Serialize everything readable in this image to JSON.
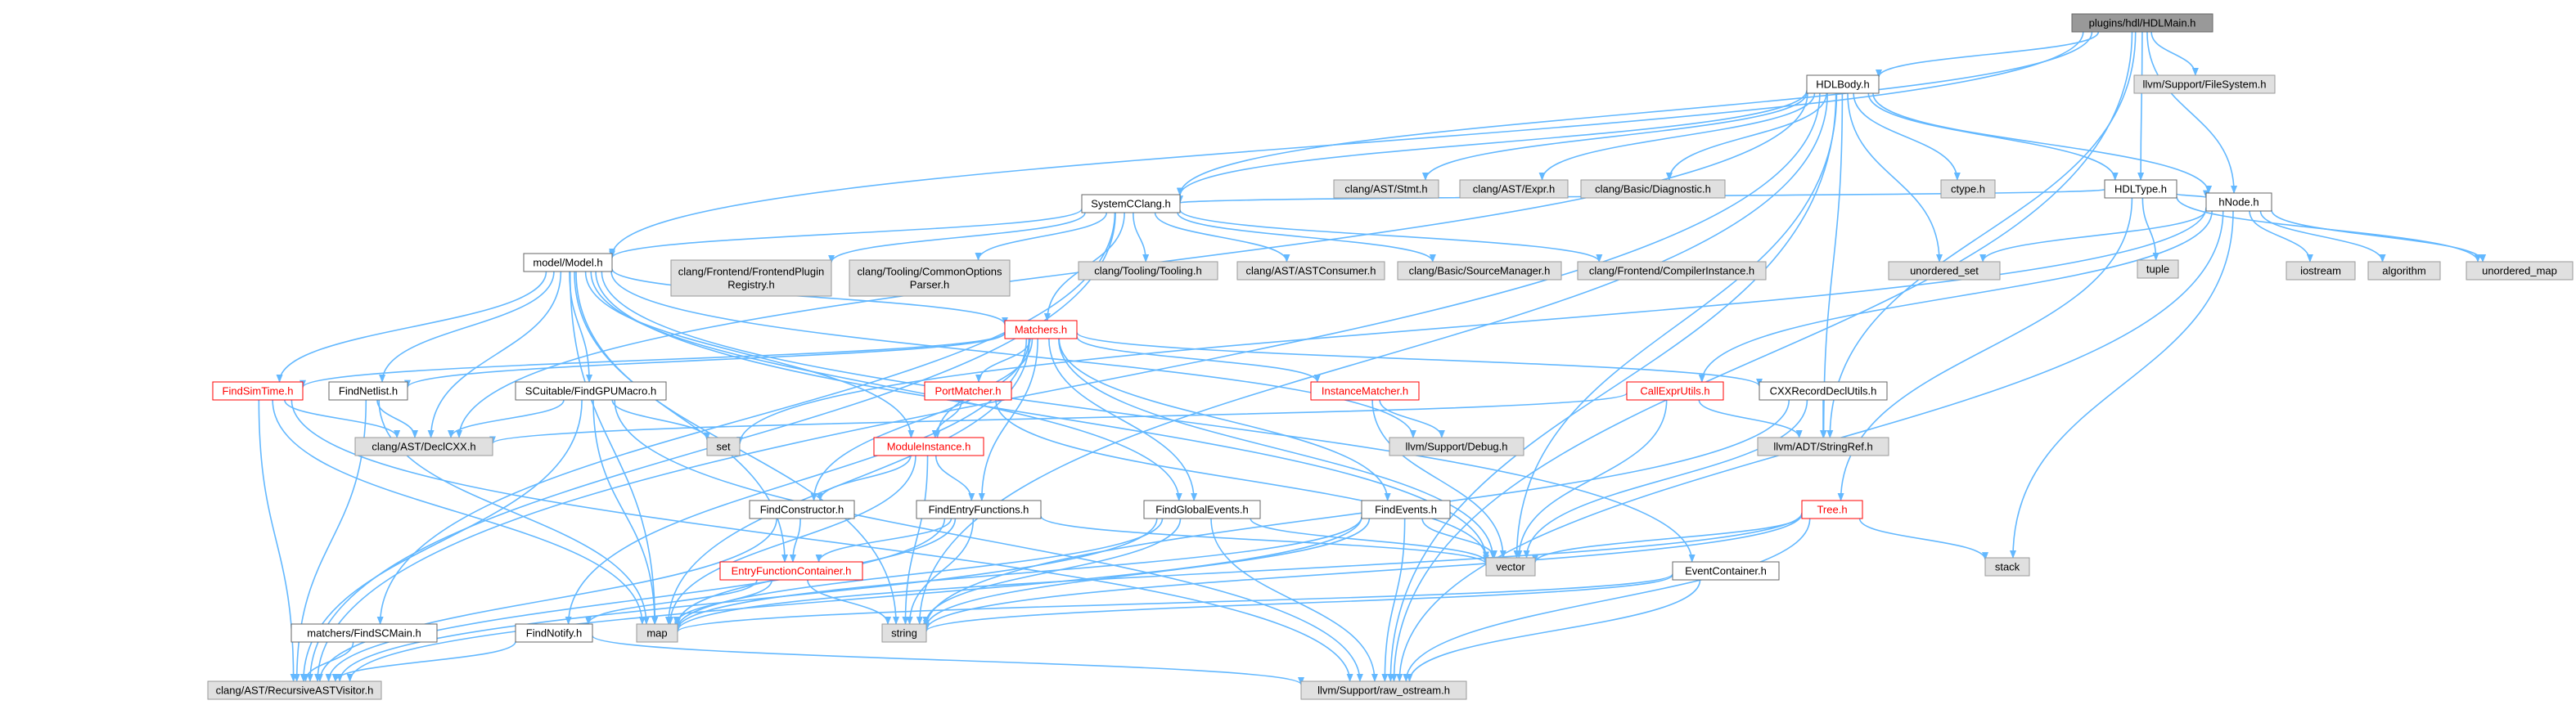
{
  "diagram": {
    "root": "plugins/hdl/HDLMain.h",
    "colors": {
      "edge": "#63b8ff",
      "root_fill": "#999999",
      "internal_fill": "#ffffff",
      "internal_border": "#666666",
      "external_fill": "#e0e0e0",
      "external_border": "#999999",
      "highlight_border": "#ff0000",
      "highlight_text": "#ff0000",
      "text": "#000000"
    },
    "nodes": [
      {
        "id": "n0",
        "lines": [
          "plugins/hdl/HDLMain.h"
        ],
        "kind": "root"
      },
      {
        "id": "n1",
        "lines": [
          "HDLBody.h"
        ],
        "kind": "internal"
      },
      {
        "id": "n2",
        "lines": [
          "llvm/Support/FileSystem.h"
        ],
        "kind": "external"
      },
      {
        "id": "n3",
        "lines": [
          "clang/AST/Stmt.h"
        ],
        "kind": "external"
      },
      {
        "id": "n4",
        "lines": [
          "clang/AST/Expr.h"
        ],
        "kind": "external"
      },
      {
        "id": "n5",
        "lines": [
          "clang/Basic/Diagnostic.h"
        ],
        "kind": "external"
      },
      {
        "id": "n6",
        "lines": [
          "ctype.h"
        ],
        "kind": "external"
      },
      {
        "id": "n7",
        "lines": [
          "HDLType.h"
        ],
        "kind": "internal"
      },
      {
        "id": "n8",
        "lines": [
          "tuple"
        ],
        "kind": "external"
      },
      {
        "id": "n9",
        "lines": [
          "hNode.h"
        ],
        "kind": "internal"
      },
      {
        "id": "n10",
        "lines": [
          "SystemCClang.h"
        ],
        "kind": "internal"
      },
      {
        "id": "n11",
        "lines": [
          "unordered_set"
        ],
        "kind": "external"
      },
      {
        "id": "n12",
        "lines": [
          "iostream"
        ],
        "kind": "external"
      },
      {
        "id": "n13",
        "lines": [
          "algorithm"
        ],
        "kind": "external"
      },
      {
        "id": "n14",
        "lines": [
          "unordered_map"
        ],
        "kind": "external"
      },
      {
        "id": "n15",
        "lines": [
          "model/Model.h"
        ],
        "kind": "internal"
      },
      {
        "id": "n16",
        "lines": [
          "clang/Frontend/FrontendPlugin",
          "Registry.h"
        ],
        "kind": "external"
      },
      {
        "id": "n17",
        "lines": [
          "clang/Tooling/CommonOptions",
          "Parser.h"
        ],
        "kind": "external"
      },
      {
        "id": "n18",
        "lines": [
          "clang/Tooling/Tooling.h"
        ],
        "kind": "external"
      },
      {
        "id": "n19",
        "lines": [
          "clang/AST/ASTConsumer.h"
        ],
        "kind": "external"
      },
      {
        "id": "n20",
        "lines": [
          "clang/Basic/SourceManager.h"
        ],
        "kind": "external"
      },
      {
        "id": "n21",
        "lines": [
          "clang/Frontend/CompilerInstance.h"
        ],
        "kind": "external"
      },
      {
        "id": "n22",
        "lines": [
          "Matchers.h"
        ],
        "kind": "highlight"
      },
      {
        "id": "n23",
        "lines": [
          "FindSimTime.h"
        ],
        "kind": "highlight"
      },
      {
        "id": "n24",
        "lines": [
          "FindNetlist.h"
        ],
        "kind": "internal"
      },
      {
        "id": "n25",
        "lines": [
          "SCuitable/FindGPUMacro.h"
        ],
        "kind": "internal"
      },
      {
        "id": "n26",
        "lines": [
          "PortMatcher.h"
        ],
        "kind": "highlight"
      },
      {
        "id": "n27",
        "lines": [
          "InstanceMatcher.h"
        ],
        "kind": "highlight"
      },
      {
        "id": "n28",
        "lines": [
          "CallExprUtils.h"
        ],
        "kind": "highlight"
      },
      {
        "id": "n29",
        "lines": [
          "CXXRecordDeclUtils.h"
        ],
        "kind": "internal"
      },
      {
        "id": "n30",
        "lines": [
          "clang/AST/DeclCXX.h"
        ],
        "kind": "external"
      },
      {
        "id": "n31",
        "lines": [
          "set"
        ],
        "kind": "external"
      },
      {
        "id": "n32",
        "lines": [
          "ModuleInstance.h"
        ],
        "kind": "highlight"
      },
      {
        "id": "n33",
        "lines": [
          "llvm/Support/Debug.h"
        ],
        "kind": "external"
      },
      {
        "id": "n34",
        "lines": [
          "llvm/ADT/StringRef.h"
        ],
        "kind": "external"
      },
      {
        "id": "n35",
        "lines": [
          "FindConstructor.h"
        ],
        "kind": "internal"
      },
      {
        "id": "n36",
        "lines": [
          "FindEntryFunctions.h"
        ],
        "kind": "internal"
      },
      {
        "id": "n37",
        "lines": [
          "FindGlobalEvents.h"
        ],
        "kind": "internal"
      },
      {
        "id": "n38",
        "lines": [
          "FindEvents.h"
        ],
        "kind": "internal"
      },
      {
        "id": "n39",
        "lines": [
          "Tree.h"
        ],
        "kind": "highlight"
      },
      {
        "id": "n40",
        "lines": [
          "stack"
        ],
        "kind": "external"
      },
      {
        "id": "n41",
        "lines": [
          "vector"
        ],
        "kind": "external"
      },
      {
        "id": "n42",
        "lines": [
          "EntryFunctionContainer.h"
        ],
        "kind": "highlight"
      },
      {
        "id": "n43",
        "lines": [
          "EventContainer.h"
        ],
        "kind": "internal"
      },
      {
        "id": "n44",
        "lines": [
          "matchers/FindSCMain.h"
        ],
        "kind": "internal"
      },
      {
        "id": "n45",
        "lines": [
          "FindNotify.h"
        ],
        "kind": "internal"
      },
      {
        "id": "n46",
        "lines": [
          "map"
        ],
        "kind": "external"
      },
      {
        "id": "n47",
        "lines": [
          "string"
        ],
        "kind": "external"
      },
      {
        "id": "n48",
        "lines": [
          "clang/AST/RecursiveASTVisitor.h"
        ],
        "kind": "external"
      },
      {
        "id": "n49",
        "lines": [
          "llvm/Support/raw_ostream.h"
        ],
        "kind": "external"
      }
    ],
    "edges": [
      [
        "n0",
        "n1"
      ],
      [
        "n0",
        "n2"
      ],
      [
        "n0",
        "n7"
      ],
      [
        "n0",
        "n9"
      ],
      [
        "n0",
        "n10"
      ],
      [
        "n0",
        "n34"
      ],
      [
        "n0",
        "n49"
      ],
      [
        "n0",
        "n15"
      ],
      [
        "n1",
        "n3"
      ],
      [
        "n1",
        "n4"
      ],
      [
        "n1",
        "n5"
      ],
      [
        "n1",
        "n6"
      ],
      [
        "n1",
        "n7"
      ],
      [
        "n1",
        "n9"
      ],
      [
        "n1",
        "n10"
      ],
      [
        "n1",
        "n11"
      ],
      [
        "n1",
        "n34"
      ],
      [
        "n1",
        "n41"
      ],
      [
        "n1",
        "n47"
      ],
      [
        "n1",
        "n48"
      ],
      [
        "n1",
        "n49"
      ],
      [
        "n1",
        "n30"
      ],
      [
        "n7",
        "n8"
      ],
      [
        "n7",
        "n9"
      ],
      [
        "n7",
        "n10"
      ],
      [
        "n7",
        "n14"
      ],
      [
        "n7",
        "n39"
      ],
      [
        "n9",
        "n11"
      ],
      [
        "n9",
        "n12"
      ],
      [
        "n9",
        "n13"
      ],
      [
        "n9",
        "n14"
      ],
      [
        "n9",
        "n28"
      ],
      [
        "n9",
        "n40"
      ],
      [
        "n9",
        "n49"
      ],
      [
        "n9",
        "n31"
      ],
      [
        "n10",
        "n15"
      ],
      [
        "n10",
        "n16"
      ],
      [
        "n10",
        "n17"
      ],
      [
        "n10",
        "n18"
      ],
      [
        "n10",
        "n19"
      ],
      [
        "n10",
        "n20"
      ],
      [
        "n10",
        "n21"
      ],
      [
        "n10",
        "n22"
      ],
      [
        "n10",
        "n44"
      ],
      [
        "n10",
        "n48"
      ],
      [
        "n15",
        "n22"
      ],
      [
        "n15",
        "n23"
      ],
      [
        "n15",
        "n24"
      ],
      [
        "n15",
        "n25"
      ],
      [
        "n15",
        "n30"
      ],
      [
        "n15",
        "n32"
      ],
      [
        "n15",
        "n33"
      ],
      [
        "n15",
        "n41"
      ],
      [
        "n15",
        "n42"
      ],
      [
        "n15",
        "n43"
      ],
      [
        "n15",
        "n46"
      ],
      [
        "n15",
        "n47"
      ],
      [
        "n15",
        "n37"
      ],
      [
        "n22",
        "n23"
      ],
      [
        "n22",
        "n24"
      ],
      [
        "n22",
        "n26"
      ],
      [
        "n22",
        "n27"
      ],
      [
        "n22",
        "n29"
      ],
      [
        "n22",
        "n32"
      ],
      [
        "n22",
        "n35"
      ],
      [
        "n22",
        "n36"
      ],
      [
        "n22",
        "n37"
      ],
      [
        "n22",
        "n38"
      ],
      [
        "n22",
        "n41"
      ],
      [
        "n22",
        "n45"
      ],
      [
        "n22",
        "n46"
      ],
      [
        "n23",
        "n30"
      ],
      [
        "n23",
        "n46"
      ],
      [
        "n23",
        "n48"
      ],
      [
        "n23",
        "n49"
      ],
      [
        "n24",
        "n30"
      ],
      [
        "n24",
        "n46"
      ],
      [
        "n24",
        "n48"
      ],
      [
        "n25",
        "n30"
      ],
      [
        "n25",
        "n31"
      ],
      [
        "n25",
        "n46"
      ],
      [
        "n25",
        "n48"
      ],
      [
        "n25",
        "n49"
      ],
      [
        "n26",
        "n32"
      ],
      [
        "n26",
        "n41"
      ],
      [
        "n27",
        "n33"
      ],
      [
        "n27",
        "n41"
      ],
      [
        "n28",
        "n30"
      ],
      [
        "n28",
        "n34"
      ],
      [
        "n28",
        "n41"
      ],
      [
        "n29",
        "n34"
      ],
      [
        "n29",
        "n41"
      ],
      [
        "n29",
        "n47"
      ],
      [
        "n32",
        "n35"
      ],
      [
        "n32",
        "n36"
      ],
      [
        "n32",
        "n46"
      ],
      [
        "n32",
        "n47"
      ],
      [
        "n35",
        "n42"
      ],
      [
        "n35",
        "n48"
      ],
      [
        "n36",
        "n41"
      ],
      [
        "n36",
        "n42"
      ],
      [
        "n36",
        "n46"
      ],
      [
        "n36",
        "n47"
      ],
      [
        "n36",
        "n48"
      ],
      [
        "n37",
        "n41"
      ],
      [
        "n37",
        "n46"
      ],
      [
        "n37",
        "n47"
      ],
      [
        "n37",
        "n48"
      ],
      [
        "n37",
        "n49"
      ],
      [
        "n38",
        "n41"
      ],
      [
        "n38",
        "n46"
      ],
      [
        "n38",
        "n47"
      ],
      [
        "n38",
        "n48"
      ],
      [
        "n38",
        "n49"
      ],
      [
        "n39",
        "n40"
      ],
      [
        "n39",
        "n41"
      ],
      [
        "n39",
        "n46"
      ],
      [
        "n39",
        "n47"
      ],
      [
        "n39",
        "n49"
      ],
      [
        "n42",
        "n45"
      ],
      [
        "n42",
        "n46"
      ],
      [
        "n42",
        "n47"
      ],
      [
        "n43",
        "n46"
      ],
      [
        "n43",
        "n47"
      ],
      [
        "n43",
        "n49"
      ],
      [
        "n44",
        "n48"
      ],
      [
        "n45",
        "n48"
      ],
      [
        "n45",
        "n49"
      ]
    ]
  }
}
